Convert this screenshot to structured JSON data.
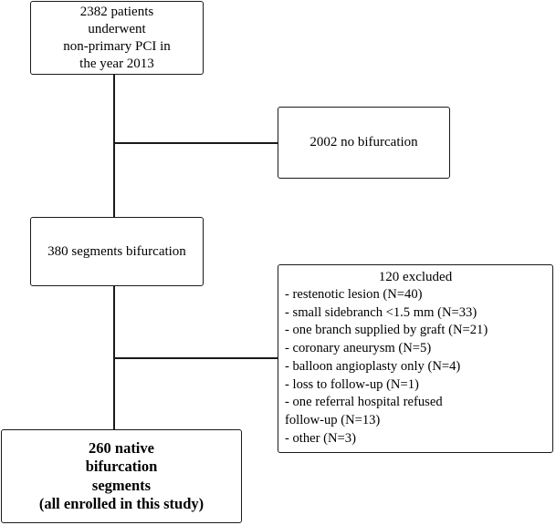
{
  "flowchart": {
    "start": {
      "lines": [
        "2382 patients",
        "underwent",
        "non-primary PCI in",
        "the year 2013"
      ]
    },
    "no_bifurcation": {
      "text": "2002 no bifurcation"
    },
    "bifurcation": {
      "text": "380 segments bifurcation"
    },
    "excluded": {
      "title": "120 excluded",
      "items": [
        "- restenotic lesion (N=40)",
        "- small sidebranch <1.5 mm (N=33)",
        "- one branch supplied by graft (N=21)",
        "- coronary aneurysm (N=5)",
        "- balloon angioplasty only (N=4)",
        "- loss to follow-up (N=1)",
        "- one referral hospital refused",
        "follow-up (N=13)",
        "- other (N=3)"
      ]
    },
    "final": {
      "lines": [
        "260 native",
        "bifurcation",
        "segments",
        "(all enrolled in this study)"
      ]
    }
  }
}
